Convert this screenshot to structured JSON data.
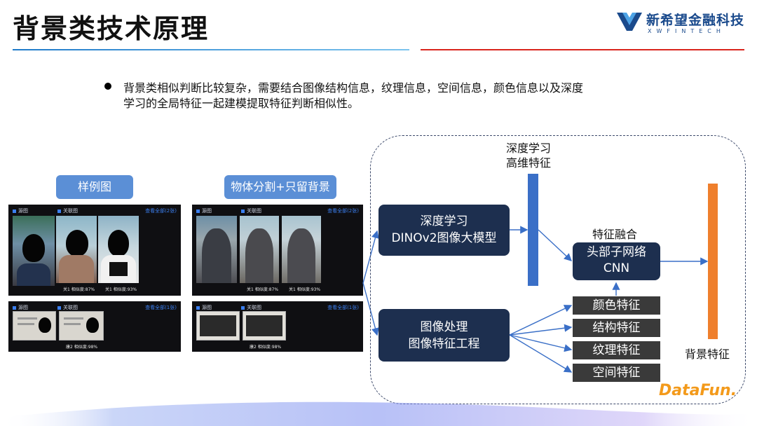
{
  "title": "背景类技术原理",
  "logo": {
    "name_cn": "新希望金融科技",
    "name_en": "XWFINTECH",
    "brand_color": "#1a4a8c"
  },
  "bullet": {
    "line1": "背景类相似判断比较复杂，需要结合图像结构信息，纹理信息，空间信息，颜色信息以及深度",
    "line2": "学习的全局特征一起建模提取特征判断相似性。"
  },
  "left": {
    "sample_label": "样例图",
    "segment_label": "物体分割+只留背景",
    "panel_top": {
      "source": "源图",
      "related": "关联图",
      "view_all": "查看全部(2张)",
      "captions": [
        "关1 相似度:87%",
        "关1 相似度:93%"
      ]
    },
    "panel_bottom": {
      "source": "源图",
      "related": "关联图",
      "view_all": "查看全部(1张)",
      "captions": [
        "康2 相似度:98%"
      ]
    },
    "seg_top": {
      "source": "源图",
      "related": "关联图",
      "view_all": "查看全部(2张)",
      "captions": [
        "关1 相似度:87%",
        "关1 相似度:93%"
      ]
    },
    "seg_bottom": {
      "source": "源图",
      "related": "关联图",
      "view_all": "查看全部(1张)",
      "captions": [
        "康2 相似度:98%"
      ]
    }
  },
  "diagram": {
    "dl_box": [
      "深度学习",
      "DINOv2图像大模型"
    ],
    "ip_box": [
      "图像处理",
      "图像特征工程"
    ],
    "dl_feature": [
      "深度学习",
      "高维特征"
    ],
    "fusion_label": "特征融合",
    "cnn_box": [
      "头部子网络",
      "CNN"
    ],
    "features": [
      "颜色特征",
      "结构特征",
      "纹理特征",
      "空间特征"
    ],
    "bg_feature": "背景特征",
    "colors": {
      "dark_box": "#1d2f4f",
      "blue_bar": "#3a6fc7",
      "orange_bar": "#ef7f2c",
      "arrow": "#3a6fc7",
      "feature_box": "#3a3a3a"
    }
  },
  "footer": {
    "brand": "DataFun."
  }
}
